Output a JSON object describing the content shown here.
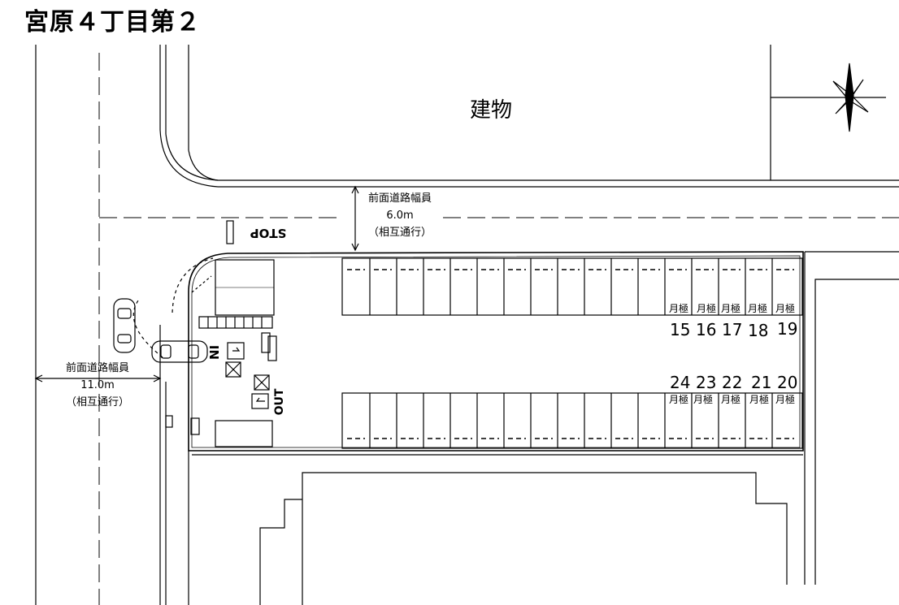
{
  "title": "宮原４丁目第２",
  "building_label": "建物",
  "front_road_top": {
    "label": "前面道路幅員",
    "width": "6.0m",
    "note": "（相互通行）"
  },
  "front_road_left": {
    "label": "前面道路幅員",
    "width": "11.0m",
    "note": "（相互通行）"
  },
  "road_marking": "STOP",
  "entrance_label": "IN",
  "exit_label": "OUT",
  "monthly_label": "月極",
  "spaces_top": [
    "15",
    "16",
    "17",
    "18",
    "19"
  ],
  "spaces_bottom": [
    "24",
    "23",
    "22",
    "21",
    "20"
  ],
  "colors": {
    "line": "#000000",
    "background": "#ffffff"
  }
}
